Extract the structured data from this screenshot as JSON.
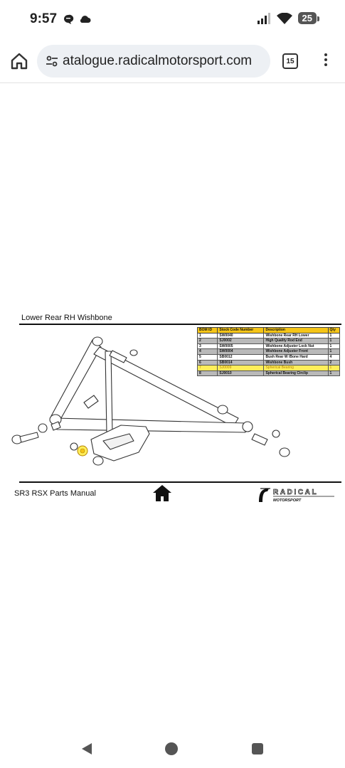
{
  "status": {
    "time": "9:57",
    "battery": "25"
  },
  "browser": {
    "url": "atalogue.radicalmotorsport.com",
    "tab_count": "15"
  },
  "document": {
    "section_title": "Lower Rear RH Wishbone",
    "footer_title": "SR3 RSX Parts Manual",
    "brand_name": "RADICAL",
    "brand_sub": "MOTORSPORT",
    "bom": {
      "headers": [
        "BOM ID",
        "Stock Code Number",
        "Description",
        "Qty"
      ],
      "rows": [
        [
          "1",
          "SW0040",
          "Wishbone Rear RH Lower",
          "1"
        ],
        [
          "2",
          "SJ0002",
          "High Quality Rod End",
          "1"
        ],
        [
          "3",
          "SW0005",
          "Wishbone Adjuster Lock Nut",
          "1"
        ],
        [
          "4",
          "SW0004",
          "Wishbone Adjuster Front",
          "1"
        ],
        [
          "5",
          "SB0012",
          "Bush Rear W /Bone Hard",
          "4"
        ],
        [
          "6",
          "SB0014",
          "Wishbone Bush",
          "2"
        ],
        [
          "7",
          "SJ0009",
          "Spherical Bearing",
          "1"
        ],
        [
          "8",
          "SJ0010",
          "Spherical Bearing Circlip",
          "1"
        ]
      ],
      "highlight_row": 7
    }
  },
  "colors": {
    "header_yellow": "#f5c518",
    "highlight_yellow": "#ffee5a",
    "highlight_text": "#b48400",
    "shaded_row": "#b9b9b9"
  },
  "icons": [
    "home-icon",
    "tune-icon",
    "tabs-icon",
    "more-vert-icon",
    "back-icon",
    "nav-home-icon",
    "recents-icon",
    "signal-icon",
    "wifi-icon",
    "battery-icon"
  ]
}
